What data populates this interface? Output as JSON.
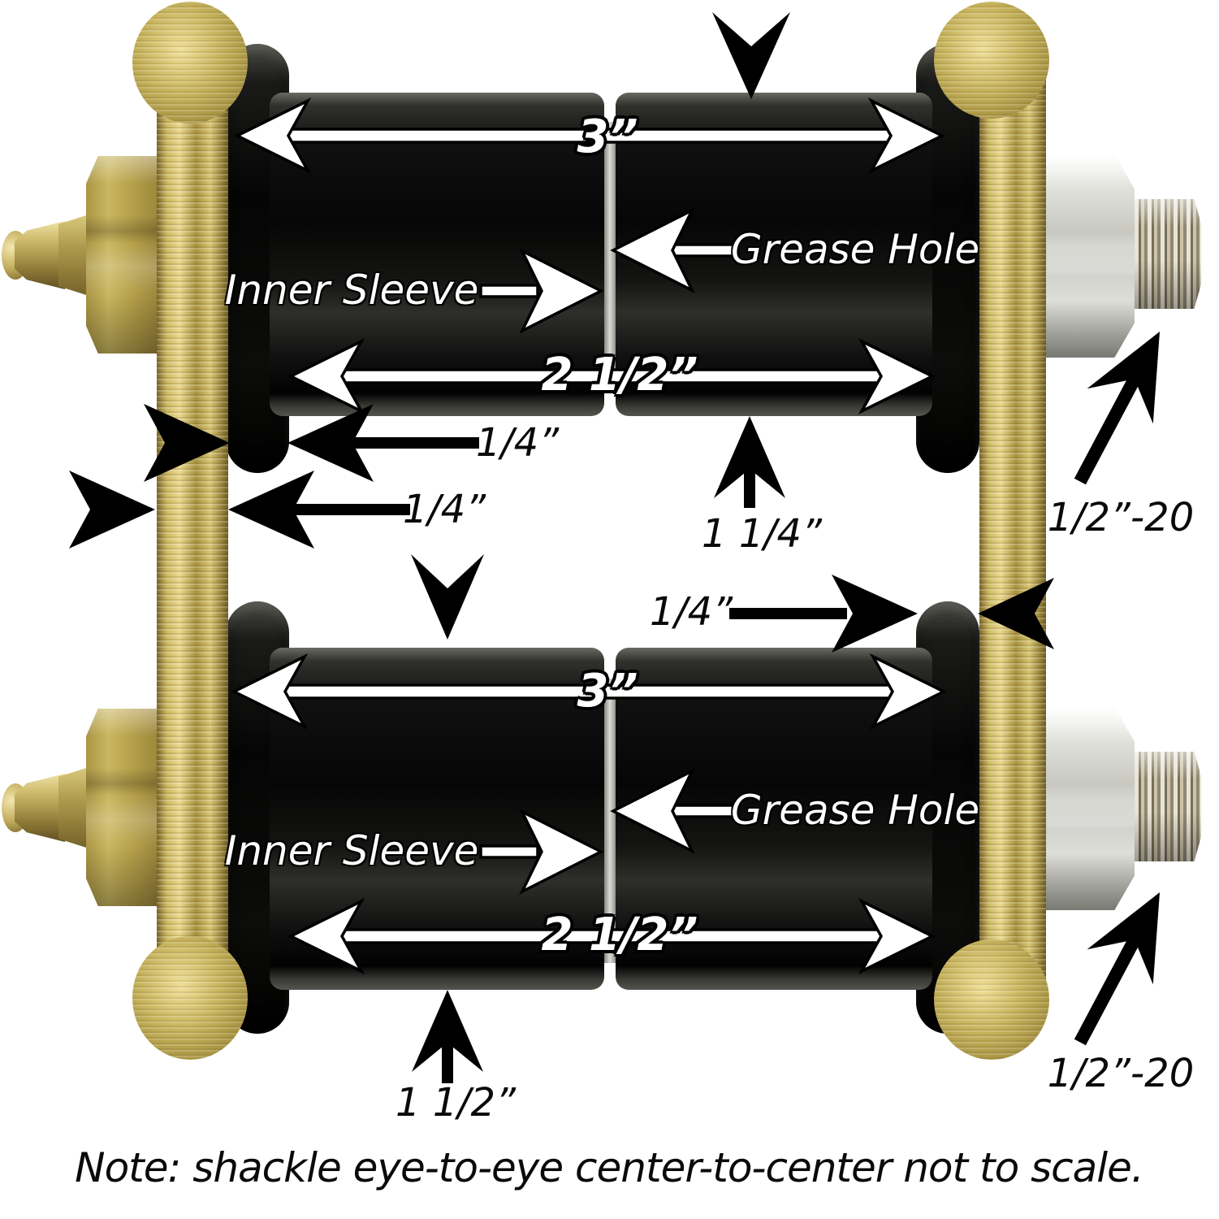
{
  "diagram": {
    "note": "Note: shackle eye-to-eye center-to-center not to scale.",
    "top_bushing": {
      "overall_width": "3”",
      "grease_hole": "Grease Hole",
      "inner_sleeve": "Inner Sleeve",
      "sleeve_width": "2 1/2”",
      "flange_thickness": "1/4”",
      "plate_thickness": "1/4”",
      "body_diameter": "1 1/4”",
      "thread_size": "1/2”-20"
    },
    "bottom_bushing": {
      "overall_width": "3”",
      "grease_hole": "Grease Hole",
      "inner_sleeve": "Inner Sleeve",
      "sleeve_width": "2 1/2”",
      "flange_thickness": "1/4”",
      "flange_height": "1 1/2”",
      "thread_size": "1/2”-20"
    },
    "colors": {
      "background": "#ffffff",
      "plate_gold": "#c2ab58",
      "bushing_black": "#101010",
      "hardware_silver": "#d9d9d3",
      "fitting_brass": "#b3a04c",
      "annotation_white": "#ffffff",
      "annotation_black": "#000000"
    }
  }
}
